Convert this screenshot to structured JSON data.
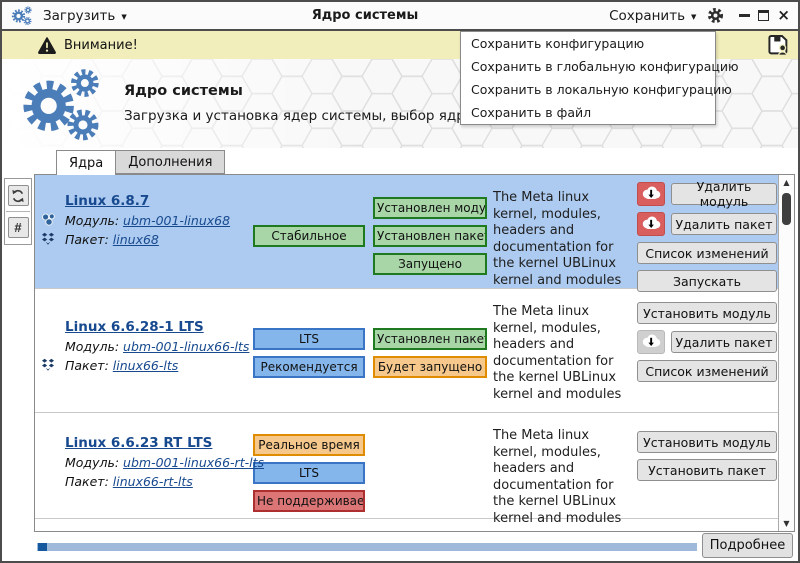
{
  "window": {
    "title": "Ядро системы",
    "controls": {
      "close": "×"
    }
  },
  "toolbar": {
    "load_label": "Загрузить",
    "save_label": "Сохранить"
  },
  "save_menu": {
    "items": [
      "Сохранить конфигурацию",
      "Сохранить в глобальную конфигурацию",
      "Сохранить в локальную конфигурацию",
      "Сохранить в файл"
    ]
  },
  "warning_bar": {
    "text": "Внимание!"
  },
  "header": {
    "title": "Ядро системы",
    "subtitle": "Загрузка и установка ядер системы, выбор ядра для загрузки по умолчанию"
  },
  "tabs": {
    "kernels": "Ядра",
    "addons": "Дополнения"
  },
  "list": {
    "kernels": [
      {
        "name": "Linux 6.8.7",
        "selected": true,
        "module_label": "Модуль:",
        "module": "ubm-001-linux68",
        "package_label": "Пакет:",
        "package": "linux68",
        "has_module_icon": true,
        "has_package_icon": true,
        "badges_left": [
          {
            "text": "Стабильное",
            "color": "green"
          }
        ],
        "badges_right": [
          {
            "text": "Установлен модуль",
            "color": "green"
          },
          {
            "text": "Установлен пакет",
            "color": "green"
          },
          {
            "text": "Запущено",
            "color": "green"
          }
        ],
        "description": "The Meta linux kernel, modules, headers and documentation for the kernel UBLinux kernel and modules",
        "buttons": [
          {
            "label": "Удалить модуль",
            "icon": "cloud-download-red"
          },
          {
            "label": "Удалить пакет",
            "icon": "cloud-download-red"
          },
          {
            "label": "Список изменений"
          },
          {
            "label": "Запускать"
          }
        ]
      },
      {
        "name": "Linux 6.6.28-1 LTS",
        "selected": false,
        "module_label": "Модуль:",
        "module": "ubm-001-linux66-lts",
        "package_label": "Пакет:",
        "package": "linux66-lts",
        "has_module_icon": false,
        "has_package_icon": true,
        "badges_left": [
          {
            "text": "LTS",
            "color": "blue"
          },
          {
            "text": "Рекомендуется",
            "color": "blue"
          }
        ],
        "badges_right": [
          {
            "text": "Установлен пакет",
            "color": "green"
          },
          {
            "text": "Будет запущено",
            "color": "orange"
          }
        ],
        "description": "The Meta linux kernel, modules, headers and documentation for the kernel UBLinux kernel and modules",
        "buttons": [
          {
            "label": "Установить модуль"
          },
          {
            "label": "Удалить пакет",
            "icon": "cloud-download-gray"
          },
          {
            "label": "Список изменений"
          }
        ]
      },
      {
        "name": "Linux 6.6.23 RT LTS",
        "selected": false,
        "module_label": "Модуль:",
        "module": "ubm-001-linux66-rt-lts",
        "package_label": "Пакет:",
        "package": "linux66-rt-lts",
        "has_module_icon": false,
        "has_package_icon": false,
        "badges_left": [
          {
            "text": "Реальное время",
            "color": "orange"
          },
          {
            "text": "LTS",
            "color": "blue"
          },
          {
            "text": "Не поддерживается",
            "color": "red"
          }
        ],
        "badges_right": [],
        "description": "The Meta linux kernel, modules, headers and documentation for the kernel UBLinux kernel and modules",
        "buttons": [
          {
            "label": "Установить модуль"
          },
          {
            "label": "Установить пакет"
          }
        ]
      }
    ]
  },
  "footer": {
    "details_label": "Подробнее"
  },
  "icons": {
    "caret_down": "▼",
    "scroll_up": "▲",
    "scroll_down": "▼",
    "hash": "#",
    "close": "×"
  },
  "colors": {
    "selected_row": "#adcbf0",
    "badge_green_bg": "#a8d6a7",
    "badge_green_border": "#1f7a1f",
    "badge_blue_bg": "#84b6ec",
    "badge_blue_border": "#3a74c4",
    "badge_orange_bg": "#f6c88b",
    "badge_orange_border": "#e08c00",
    "badge_red_bg": "#dc7676",
    "badge_red_border": "#ad2f2f",
    "warning_bg": "#f1eebb",
    "accent_gears": "#4b7db9",
    "link": "#17498f",
    "danger_icon": "#d95f5f",
    "progress_track": "#9fb9da",
    "progress_chunk": "#15589e"
  }
}
